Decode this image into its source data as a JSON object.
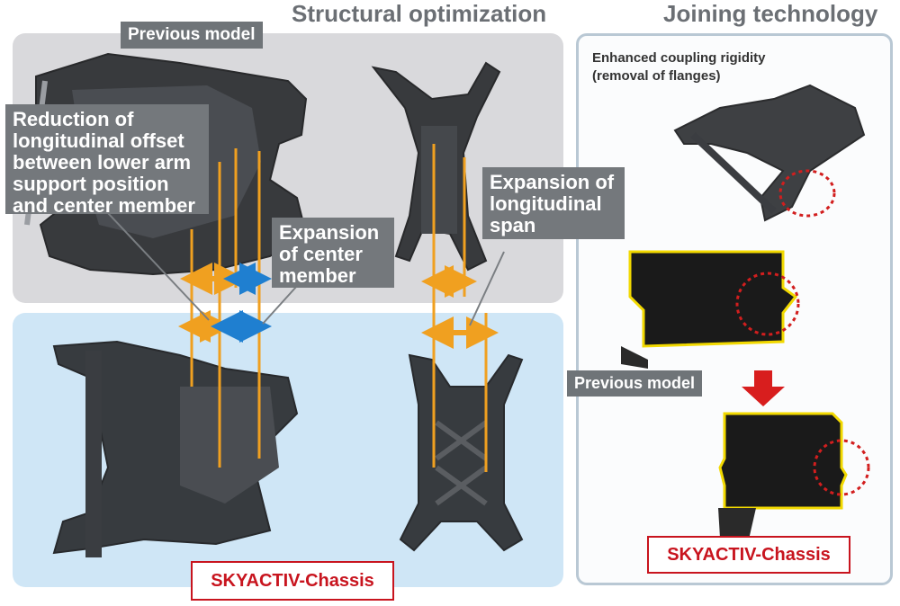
{
  "headings": {
    "structural": "Structural optimization",
    "joining": "Joining technology"
  },
  "labels": {
    "previous_model_top": "Previous model",
    "previous_model_right": "Previous model",
    "skyactiv_left": "SKYACTIV-Chassis",
    "skyactiv_right": "SKYACTIV-Chassis"
  },
  "callouts": {
    "reduction": "Reduction of longitudinal offset between lower arm support position and center member",
    "expansion_member": "Expansion of center member",
    "expansion_span": "Expansion of longitudinal span"
  },
  "joining_note": {
    "line1": "Enhanced coupling rigidity",
    "line2": "(removal of flanges)"
  },
  "colors": {
    "orange": "#f0a020",
    "blue": "#1f7fd0",
    "red": "#c8141e",
    "yellow_outline": "#f2d900",
    "previous_panel": "#d9d9dc",
    "skyactiv_panel": "#cfe6f6"
  }
}
